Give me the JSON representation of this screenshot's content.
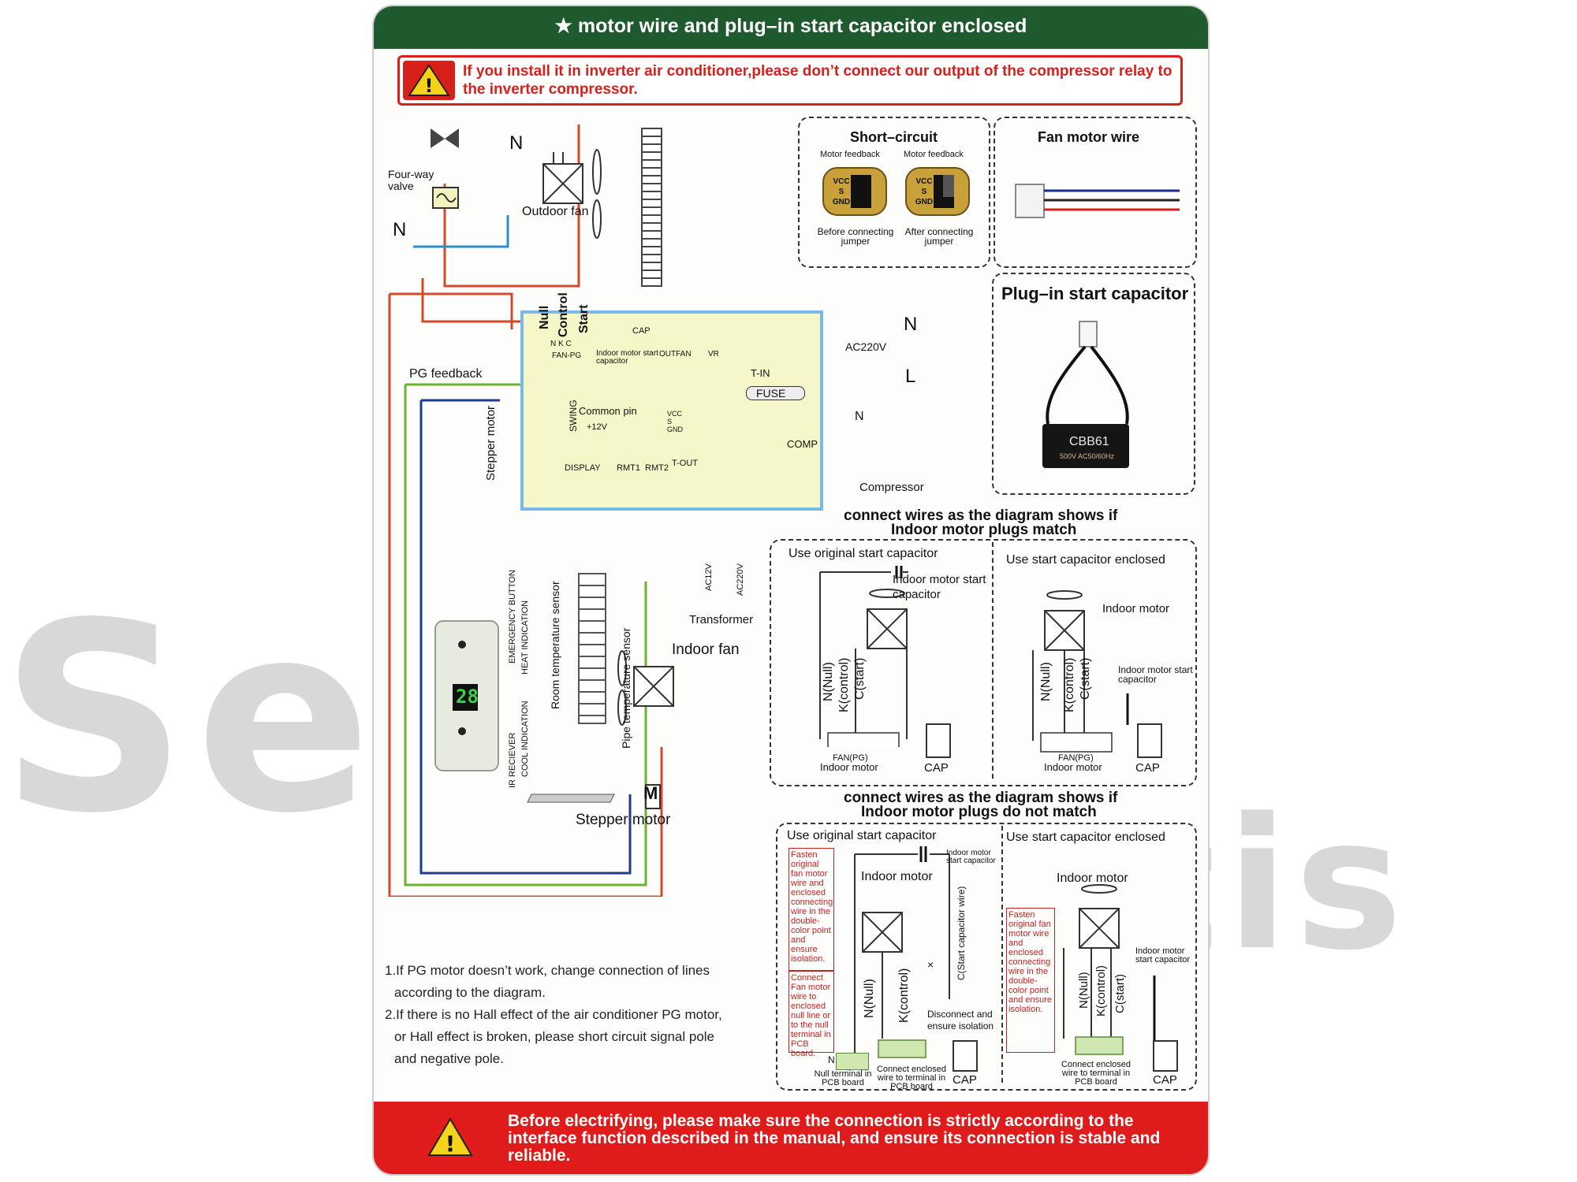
{
  "header": {
    "title": "★ motor wire and plug–in start capacitor enclosed"
  },
  "warning_top": "If you install it in inverter air conditioner,please don’t connect our output of the compressor relay to the inverter compressor.",
  "warning_bottom": "Before electrifying, please make sure the connection is strictly according to the interface function described in the manual, and ensure its connection is stable and reliable.",
  "watermark": {
    "line1": "Ser ice",
    "line2": "Tse    etzis"
  },
  "wiring": {
    "four_way_valve": "Four-way valve",
    "n_label": "N",
    "l_label": "L",
    "outdoor_fan": "Outdoor fan",
    "pcb": {
      "null": "Null",
      "control": "Control",
      "start": "Start",
      "nkc": "N K C",
      "fan_pg": "FAN-PG",
      "cap": "CAP",
      "indoor_cap": "Indoor motor start capacitor",
      "outfan": "OUTFAN",
      "vr": "VR",
      "t_in": "T-IN",
      "fuse": "FUSE",
      "ac220v": "AC220V",
      "swing": "SWING",
      "common_pin": "Common pin",
      "plus12v": "+12V",
      "vcc_s_gnd": "VCC S GND",
      "display": "DISPLAY",
      "rmt1": "RMT1",
      "rmt2": "RMT2",
      "t_out": "T-OUT",
      "comp": "COMP"
    },
    "pg_feedback": "PG feedback",
    "stepper_motor_v": "Stepper motor",
    "compressor": "Compressor",
    "transformer": "Transformer",
    "ac12v": "AC12V",
    "ac220v_t": "AC220V",
    "indoor_fan": "Indoor fan",
    "stepper_motor": "Stepper motor",
    "m_label": "M",
    "room_sensor": "Room temperature sensor",
    "pipe_sensor": "Pipe temperature sensor",
    "display_panel": {
      "emergency": "EMERGENCY BUTTON",
      "heat": "HEAT INDICATION",
      "ir": "IR RECIEVER",
      "cool": "COOL INDICATION",
      "digits": "28"
    }
  },
  "short_circuit": {
    "title": "Short–circuit",
    "motor_feedback": "Motor feedback",
    "pins": "VCC S GND",
    "before": "Before connecting jumper",
    "after": "After connecting jumper"
  },
  "fan_motor_wire": {
    "title": "Fan motor wire"
  },
  "plug_in_cap": {
    "title": "Plug–in start capacitor",
    "label": "CBB61",
    "rating": "500V AC50/60Hz"
  },
  "match": {
    "title1": "connect wires as the diagram shows if",
    "title2": "Indoor motor plugs match",
    "left_title": "Use original start capacitor",
    "left_cap_label": "Indoor motor start capacitor",
    "right_title": "Use start capacitor enclosed",
    "right_motor": "Indoor motor",
    "right_cap_label": "Indoor motor start capacitor",
    "n_null": "N(Null)",
    "k_control": "K(control)",
    "c_start": "C(start)",
    "fan_pg": "FAN(PG)",
    "indoor_motor": "Indoor motor",
    "cap": "CAP"
  },
  "nomatch": {
    "title1": "connect wires as the diagram shows if",
    "title2": "Indoor motor plugs do not match",
    "left_title": "Use original start capacitor",
    "right_title": "Use start capacitor enclosed",
    "indoor_motor": "Indoor motor",
    "cap_label": "Indoor motor start capacitor",
    "c_start_wire": "C(Start capacitor wire)",
    "note_fasten": "Fasten original fan motor wire and enclosed connecting wire in the double-color point and ensure isolation.",
    "note_null": "Connect Fan motor wire to enclosed null line or to the null terminal in PCB board.",
    "disconnect": "Disconnect and ensure isolation",
    "null_terminal": "Null terminal in PCB board",
    "connect_enclosed": "Connect enclosed wire to terminal in PCB board",
    "n_null": "N(Null)",
    "k_control": "K(control)",
    "c_start": "C(start)",
    "cap": "CAP",
    "n": "N",
    "x": "×"
  },
  "notes": {
    "n1a": "1.If PG motor doesn’t work, change connection of lines",
    "n1b": "according to the diagram.",
    "n2a": "2.If there is no Hall effect of the air conditioner PG motor,",
    "n2b": "or Hall effect is broken, please short circuit signal pole",
    "n2c": "and negative pole."
  }
}
